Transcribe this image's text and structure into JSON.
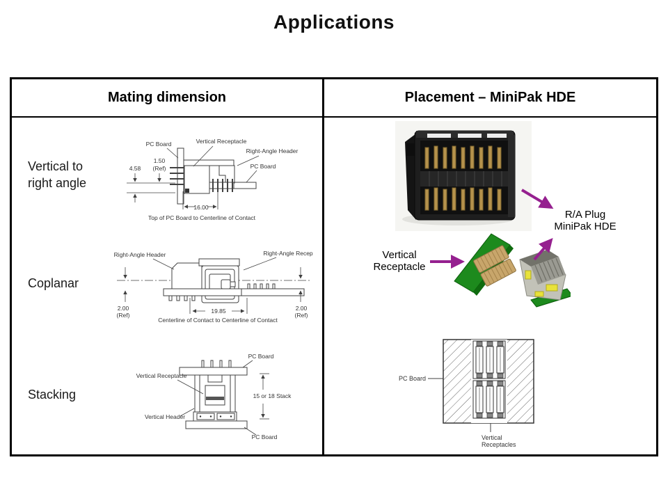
{
  "title": "Applications",
  "table": {
    "header_left": "Mating dimension",
    "header_right": "Placement – MiniPak HDE"
  },
  "mating": {
    "row1_line1": "Vertical to",
    "row1_line2": "right angle",
    "row2": "Coplanar",
    "row3": "Stacking",
    "d1": {
      "pc_board_top": "PC Board",
      "vertical_receptacle": "Vertical Receptacle",
      "right_angle_header": "Right-Angle Header",
      "pc_board_right": "PC Board",
      "dim_a": "4.58",
      "dim_b": "1.50",
      "dim_b_ref": "(Ref)",
      "dim_c": "16.00",
      "caption": "Top of PC Board to Centerline of Contact"
    },
    "d2": {
      "left_label": "Right-Angle Header",
      "right_label": "Right-Angle Recep",
      "dim_left": "2.00",
      "dim_left_ref": "(Ref)",
      "dim_mid": "19.85",
      "dim_right": "2.00",
      "dim_right_ref": "(Ref)",
      "caption": "Centerline of Contact to Centerline of Contact"
    },
    "d3": {
      "pc_board_top": "PC Board",
      "vertical_receptacle": "Vertical Receptacle",
      "vertical_header": "Vertical Header",
      "pc_board_bottom": "PC Board",
      "stack_dim": "15 or 18 Stack"
    }
  },
  "placement": {
    "ra_plug_line1": "R/A Plug",
    "ra_plug_line2": "MiniPak HDE",
    "vertical_receptacle_line1": "Vertical",
    "vertical_receptacle_line2": "Receptacle",
    "stack": {
      "pc_board": "PC Board",
      "receptacles_line1": "Vertical",
      "receptacles_line2": "Receptacles"
    }
  },
  "colors": {
    "arrow_purple": "#95208f",
    "pcb_green": "#1d8a1d",
    "connector_tan": "#c8a66b",
    "connector_gray": "#c2c2b8",
    "accent_yellow": "#e8e23a",
    "pin_gold": "#b5924c",
    "diagram_line": "#404040"
  }
}
